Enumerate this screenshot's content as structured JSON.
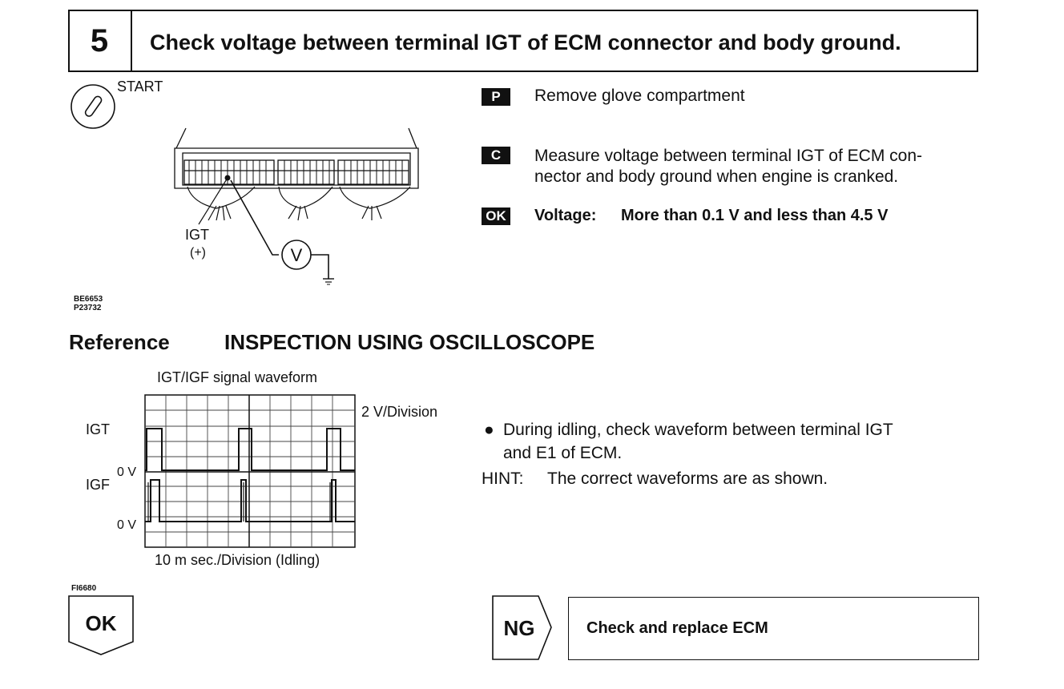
{
  "step": {
    "number": "5",
    "title": "Check voltage between terminal IGT of ECM connector and body ground."
  },
  "diagram": {
    "start_label": "START",
    "igt_label": "IGT",
    "igt_polarity": "(+)",
    "voltmeter_symbol": "V",
    "figure_codes": [
      "BE6653",
      "P23732"
    ]
  },
  "instructions": [
    {
      "badge": "P",
      "text": "Remove glove compartment"
    },
    {
      "badge": "C",
      "text_lines": [
        "Measure voltage between terminal IGT of ECM con-",
        "nector and body ground when engine is cranked."
      ]
    },
    {
      "badge": "OK",
      "label": "Voltage:",
      "value": "More than 0.1 V and less than 4.5 V"
    }
  ],
  "reference": {
    "label": "Reference",
    "heading": "INSPECTION USING OSCILLOSCOPE"
  },
  "oscilloscope": {
    "title": "IGT/IGF signal waveform",
    "vertical_scale": "2 V/Division",
    "horizontal_scale": "10 m sec./Division (Idling)",
    "channels": [
      "IGT",
      "IGF"
    ],
    "zero_label": "0 V",
    "figure_code": "FI6680"
  },
  "notes": {
    "bullet_lines": [
      "During idling, check waveform between terminal IGT",
      "and E1 of ECM."
    ],
    "hint_label": "HINT:",
    "hint_text": "The correct waveforms are as shown."
  },
  "results": {
    "ok": "OK",
    "ng": "NG",
    "ng_action": "Check and replace ECM"
  }
}
